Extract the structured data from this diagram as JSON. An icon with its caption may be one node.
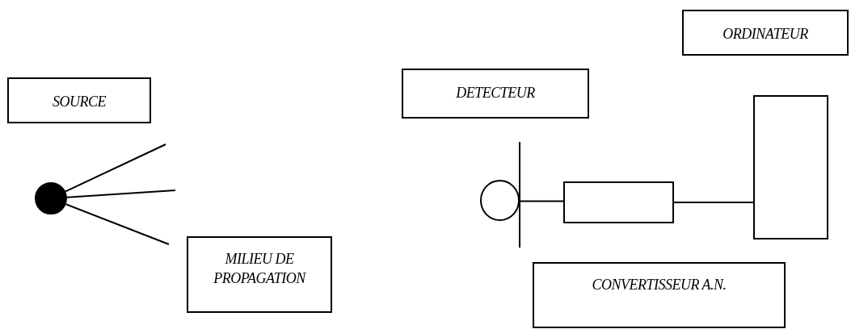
{
  "diagram": {
    "nodes": [
      {
        "text": [
          "SOURCE"
        ]
      },
      {
        "text": [
          "MILIEU DE PROPAGATION"
        ]
      },
      {
        "text": [
          "DETECTEUR"
        ]
      },
      {
        "text": [
          "ORDINATEUR"
        ]
      },
      {
        "text": [
          "CONVERTISSEUR A.N."
        ]
      },
      {
        "text": [],
        "shape": "circle"
      },
      {
        "text": [],
        "shape": "circle"
      },
      {
        "text": [],
        "shape": "box"
      },
      {
        "text": [],
        "shape": "box"
      }
    ],
    "edges": [
      {
        "from": 5,
        "to": null,
        "arrow": "none"
      },
      {
        "from": 5,
        "to": null,
        "arrow": "none"
      },
      {
        "from": 5,
        "to": null,
        "arrow": "none"
      },
      {
        "from": 6,
        "to": 7,
        "arrow": "none"
      },
      {
        "from": 7,
        "to": 8,
        "arrow": "none"
      }
    ]
  }
}
